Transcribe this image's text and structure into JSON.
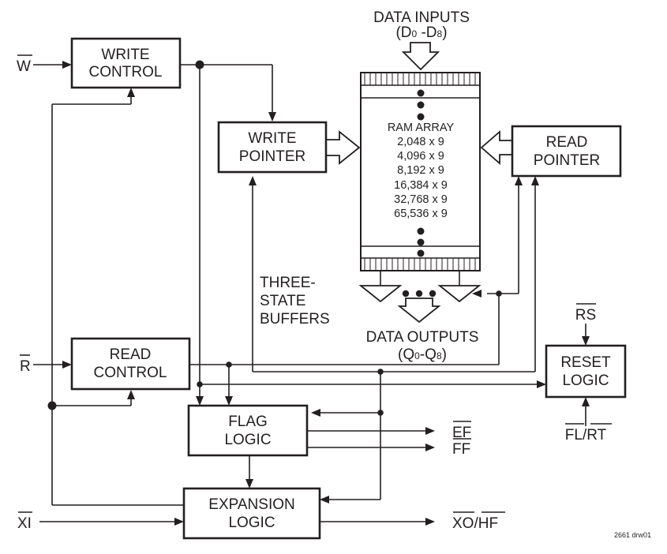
{
  "blocks": {
    "write_control": [
      "WRITE",
      "CONTROL"
    ],
    "write_pointer": [
      "WRITE",
      "POINTER"
    ],
    "read_pointer": [
      "READ",
      "POINTER"
    ],
    "read_control": [
      "READ",
      "CONTROL"
    ],
    "flag_logic": [
      "FLAG",
      "LOGIC"
    ],
    "expansion_logic": [
      "EXPANSION",
      "LOGIC"
    ],
    "reset_logic": [
      "RESET",
      "LOGIC"
    ]
  },
  "ram": {
    "title": "RAM ARRAY",
    "sizes": [
      "2,048 x 9",
      "4,096 x 9",
      "8,192 x 9",
      "16,384 x 9",
      "32,768 x 9",
      "65,536 x 9"
    ]
  },
  "data_inputs": {
    "title": "DATA INPUTS",
    "open": "(D",
    "s1": "0",
    "mid": " -D",
    "s2": "8",
    "close": ")"
  },
  "data_outputs": {
    "title": "DATA OUTPUTS",
    "open": "(Q",
    "s1": "0",
    "mid": "-Q",
    "s2": "8",
    "close": ")"
  },
  "three_state": [
    "THREE-",
    "STATE",
    "BUFFERS"
  ],
  "signals": {
    "w": "W",
    "r": "R",
    "xi": "XI",
    "rs": "RS",
    "fl_rt": {
      "a": "FL",
      "sep": "/",
      "b": "RT"
    },
    "ef": "EF",
    "ff": "FF",
    "xo_hf": {
      "a": "XO",
      "sep": "/",
      "b": "HF"
    }
  },
  "drawing_id": "2661 drw01"
}
